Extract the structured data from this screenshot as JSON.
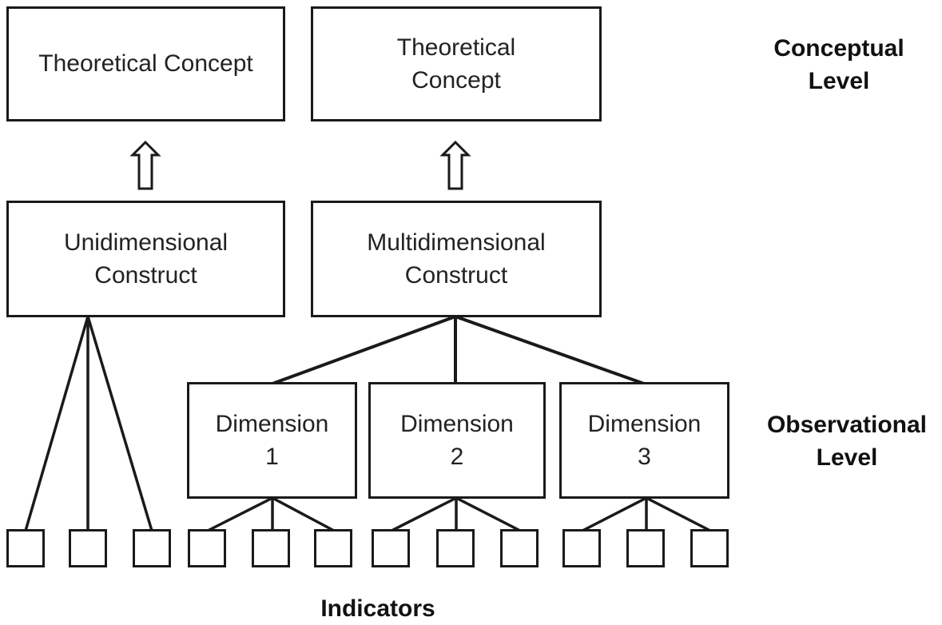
{
  "concepts": {
    "left": "Theoretical Concept",
    "right": "Theoretical\nConcept"
  },
  "constructs": {
    "unidimensional": "Unidimensional\nConstruct",
    "multidimensional": "Multidimensional\nConstruct"
  },
  "dimensions": [
    "Dimension\n1",
    "Dimension\n2",
    "Dimension\n3"
  ],
  "labels": {
    "conceptual_level": "Conceptual\nLevel",
    "observational_level": "Observational\nLevel",
    "indicators": "Indicators"
  },
  "colors": {
    "stroke": "#1a1a1a",
    "text": "#222222",
    "background": "#ffffff"
  }
}
